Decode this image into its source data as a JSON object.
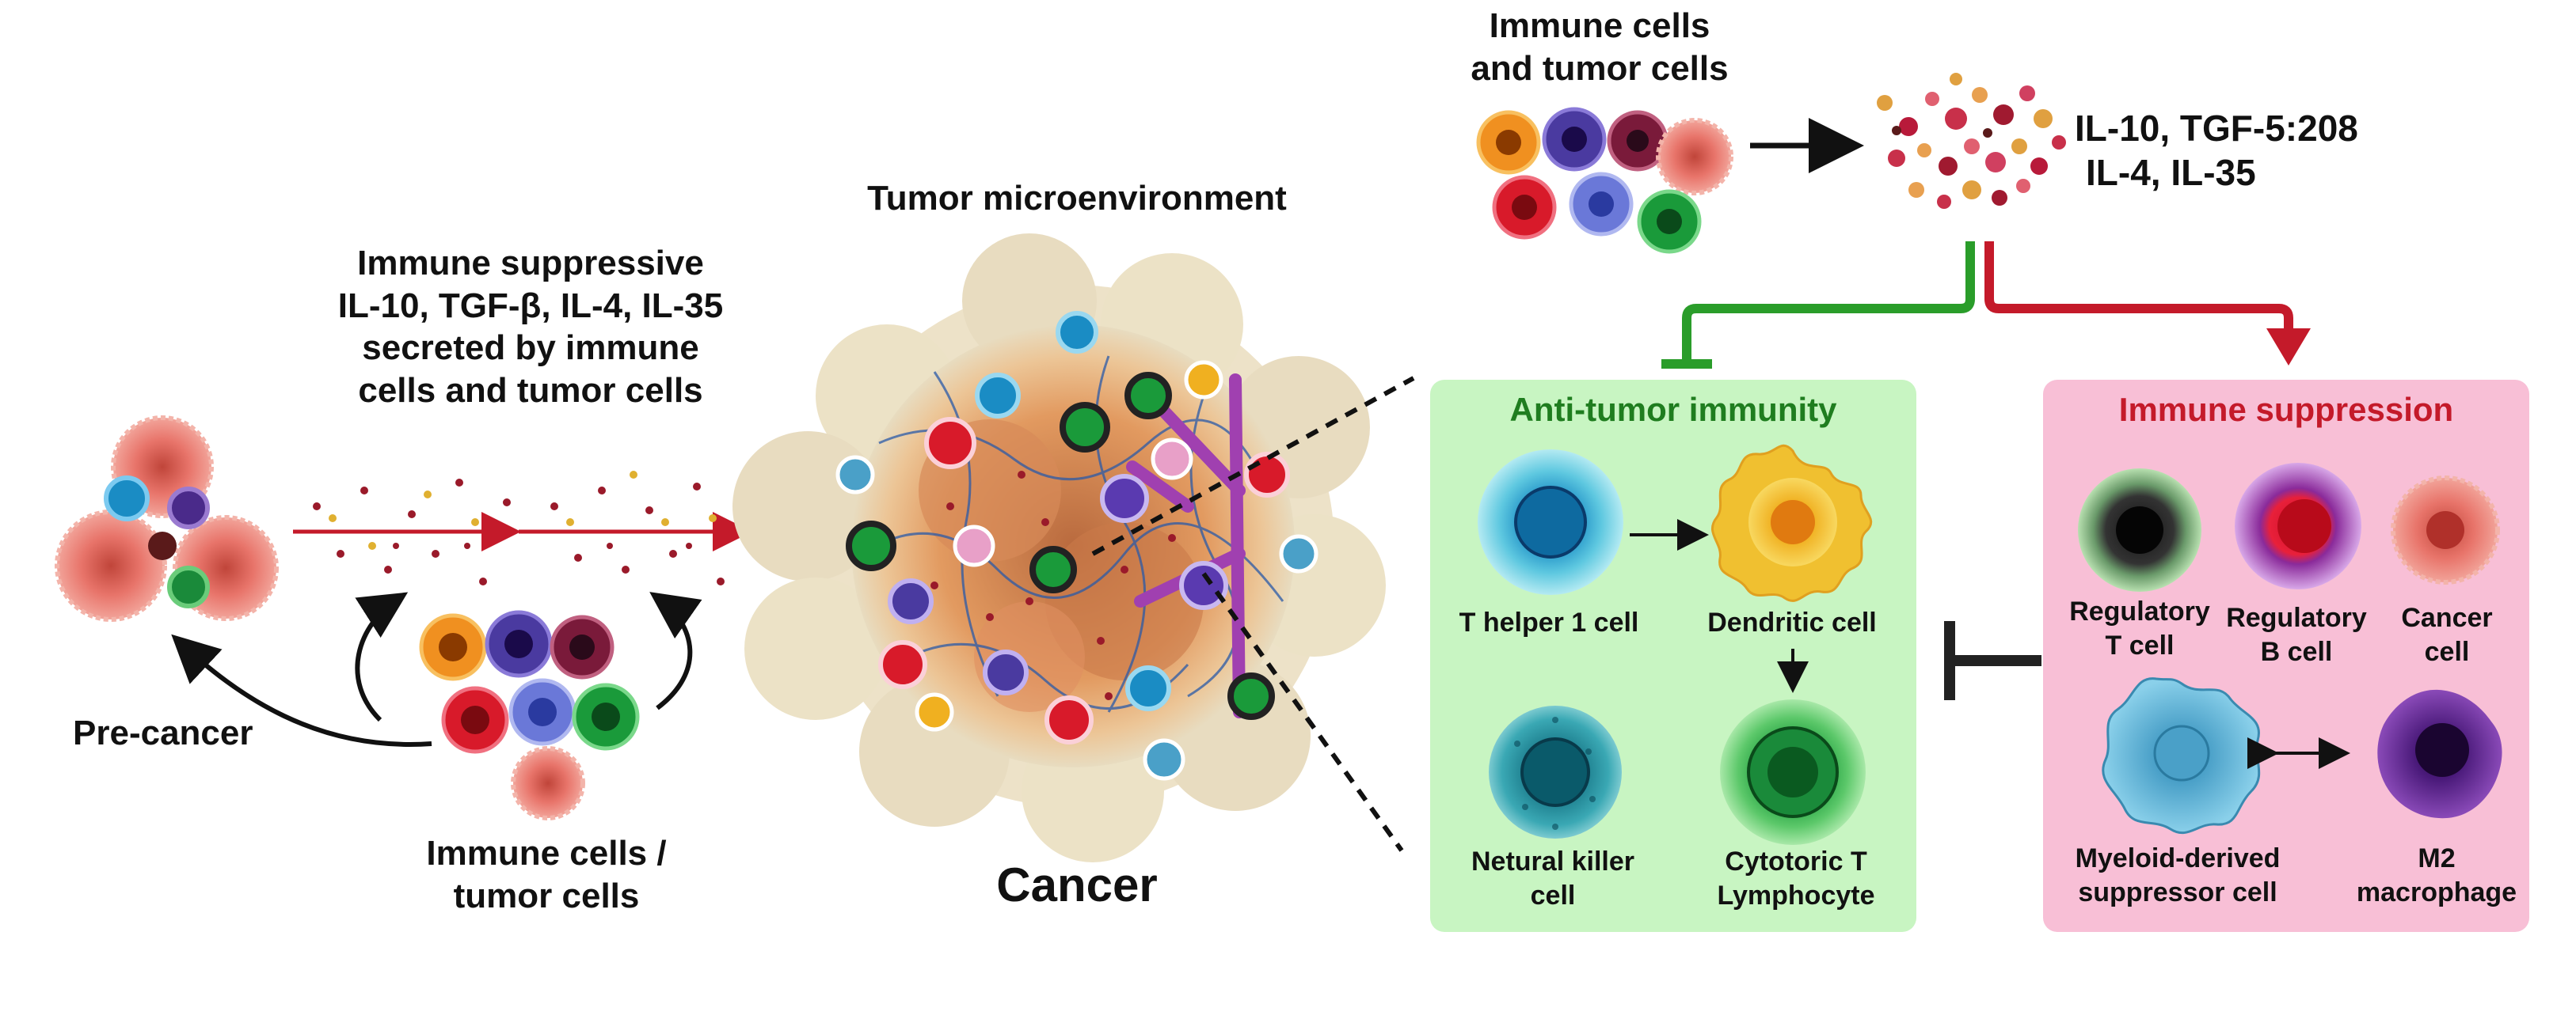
{
  "labels": {
    "pre_cancer": "Pre-cancer",
    "immune_tumor_bottom": [
      "Immune cells /",
      "tumor cells"
    ],
    "suppressive_text": [
      "Immune suppressive",
      "IL-10, TGF-β, IL-4, IL-35",
      "secreted by immune",
      "cells and tumor cells"
    ],
    "tme_title": "Tumor microenvironment",
    "cancer": "Cancer",
    "top_cells": [
      "Immune cells",
      "and tumor cells"
    ],
    "cytokines": [
      "IL-10, TGF-5:208",
      "IL-4, IL-35"
    ]
  },
  "anti_tumor": {
    "title": "Anti-tumor immunity",
    "cells": {
      "th1": "T helper 1 cell",
      "dendritic": "Dendritic cell",
      "nk": [
        "Netural killer",
        "cell"
      ],
      "ctl": [
        "Cytotoric T",
        "Lymphocyte"
      ]
    }
  },
  "immune_suppression": {
    "title": "Immune suppression",
    "cells": {
      "treg": [
        "Regulatory",
        "T cell"
      ],
      "breg": [
        "Regulatory",
        "B cell"
      ],
      "cancer": [
        "Cancer",
        "cell"
      ],
      "mdsc": [
        "Myeloid-derived",
        "suppressor cell"
      ],
      "m2": [
        "M2",
        "macrophage"
      ]
    }
  },
  "colors": {
    "anti_panel": "#c8f5c2",
    "suppression_panel": "#f8bfd6",
    "anti_title": "#1f7d1f",
    "suppression_title": "#c41a2a",
    "green_arrow": "#2a9d2a",
    "red_arrow": "#c41a2a"
  }
}
